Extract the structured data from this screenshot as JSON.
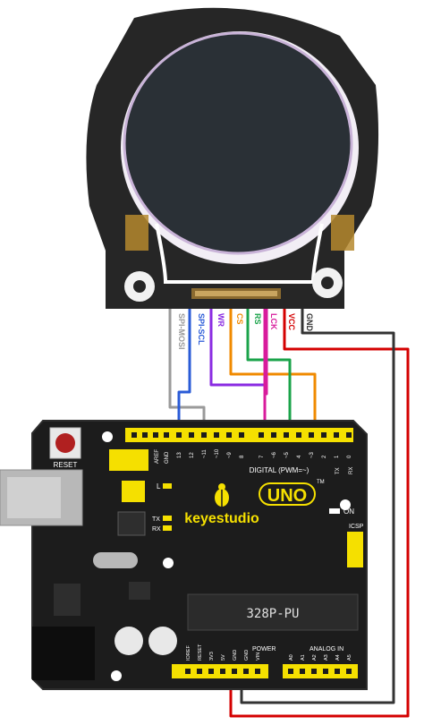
{
  "colors": {
    "pcb": "#2a2a2a",
    "screen": "#24292e",
    "screen_frame": "#c9b3d8",
    "arduino_board": "#1e1e1e",
    "header_yellow": "#f5e000",
    "wire_gray": "#9a9a9a",
    "wire_blue": "#2a5bd7",
    "wire_purple": "#8a2be2",
    "wire_orange": "#f08a00",
    "wire_green": "#1aa34a",
    "wire_magenta": "#d81b9c",
    "wire_red": "#d40000",
    "wire_black": "#333333",
    "reset_button": "#b02020"
  },
  "display_module": {
    "pins": [
      {
        "label": "SPI-MOSI",
        "color": "#9a9a9a"
      },
      {
        "label": "SPI-SCL",
        "color": "#2a5bd7"
      },
      {
        "label": "WR",
        "color": "#8a2be2"
      },
      {
        "label": "CS",
        "color": "#f08a00"
      },
      {
        "label": "RS",
        "color": "#1aa34a"
      },
      {
        "label": "LCK",
        "color": "#d81b9c"
      },
      {
        "label": "VCC",
        "color": "#d40000"
      },
      {
        "label": "GND",
        "color": "#333333"
      }
    ]
  },
  "board": {
    "reset_label": "RESET",
    "brand": "keyestudio",
    "model": "UNO",
    "trademark": "TM",
    "chip": "328P-PU",
    "digital_label": "DIGITAL (PWM=~)",
    "icsp_label": "ICSP",
    "on_label": "ON",
    "aref_label": "AREF",
    "gnd_label": "GND",
    "l_label": "L",
    "tx_label": "TX",
    "rx_label": "RX",
    "tx_arrow_label": "TX",
    "rx_arrow_label": "RX",
    "power_label": "POWER",
    "analog_label": "ANALOG IN",
    "digital_pins": [
      "13",
      "12",
      "~11",
      "~10",
      "~9",
      "8",
      "7",
      "~6",
      "~5",
      "4",
      "~3",
      "2",
      "1",
      "0"
    ],
    "power_pins": [
      "IOREF",
      "RESET",
      "3V3",
      "5V",
      "GND",
      "GND",
      "VIN"
    ],
    "analog_pins": [
      "A0",
      "A1",
      "A2",
      "A3",
      "A4",
      "A5"
    ]
  }
}
